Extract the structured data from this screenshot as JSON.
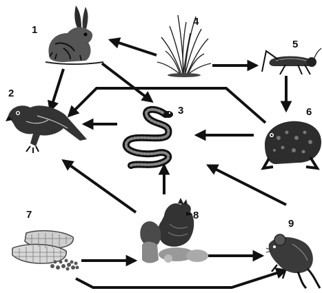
{
  "organisms": [
    {
      "number": "1",
      "icon": "hare-icon"
    },
    {
      "number": "2",
      "icon": "hawk-icon"
    },
    {
      "number": "3",
      "icon": "snake-icon"
    },
    {
      "number": "4",
      "icon": "grass-icon"
    },
    {
      "number": "5",
      "icon": "grasshopper-icon"
    },
    {
      "number": "6",
      "icon": "toad-icon"
    },
    {
      "number": "7",
      "icon": "corn-icon"
    },
    {
      "number": "8",
      "icon": "chickens-icon"
    },
    {
      "number": "9",
      "icon": "mouse-icon"
    }
  ],
  "links": [
    {
      "from": "4",
      "to": "1"
    },
    {
      "from": "4",
      "to": "5"
    },
    {
      "from": "1",
      "to": "2"
    },
    {
      "from": "1",
      "to": "3"
    },
    {
      "from": "5",
      "to": "6"
    },
    {
      "from": "6",
      "to": "2"
    },
    {
      "from": "6",
      "to": "3"
    },
    {
      "from": "3",
      "to": "2"
    },
    {
      "from": "8",
      "to": "3"
    },
    {
      "from": "8",
      "to": "2"
    },
    {
      "from": "9",
      "to": "3"
    },
    {
      "from": "7",
      "to": "8"
    },
    {
      "from": "8",
      "to": "9"
    },
    {
      "from": "7",
      "to": "9"
    }
  ],
  "colors": {
    "ink": "#111111",
    "background": "#ffffff"
  }
}
